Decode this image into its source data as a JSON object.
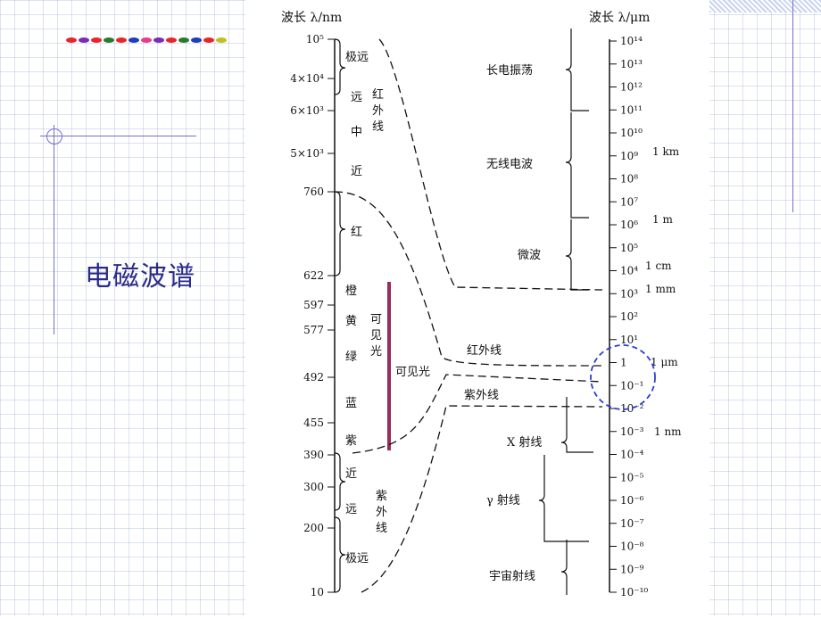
{
  "slide": {
    "title": "电磁波谱",
    "dot_colors": [
      "#e8262a",
      "#7a2bb8",
      "#e8262a",
      "#2b7a2b",
      "#e8262a",
      "#1f3fb8",
      "#e83a8f",
      "#7a2bb8",
      "#e8262a",
      "#2b7a2b",
      "#1f3fb8",
      "#e8262a",
      "#c0c020"
    ]
  },
  "diagram": {
    "left_header": "波长 λ/nm",
    "right_header": "波长 λ/μm",
    "left_ticks": [
      "10⁵",
      "4×10⁴",
      "6×10³",
      "5×10³",
      "760",
      "622",
      "597",
      "577",
      "492",
      "455",
      "390",
      "300",
      "200",
      "10"
    ],
    "left_bands": [
      "极远",
      "远",
      "中",
      "近",
      "红",
      "橙",
      "黄",
      "绿",
      "蓝",
      "紫",
      "近",
      "远",
      "极远"
    ],
    "left_groups": [
      "红外线",
      "可见光",
      "紫外线"
    ],
    "right_ticks": [
      "10¹⁴",
      "10¹³",
      "10¹²",
      "10¹¹",
      "10¹⁰",
      "10⁹",
      "10⁸",
      "10⁷",
      "10⁶",
      "10⁵",
      "10⁴",
      "10³",
      "10²",
      "10¹",
      "1",
      "10⁻¹",
      "10⁻²",
      "10⁻³",
      "10⁻⁴",
      "10⁻⁵",
      "10⁻⁶",
      "10⁻⁷",
      "10⁻⁸",
      "10⁻⁹",
      "10⁻¹⁰"
    ],
    "unit_marks": [
      "1 km",
      "1 m",
      "1 cm",
      "1 mm",
      "1 μm",
      "1 nm"
    ],
    "right_groups": [
      "长电振荡",
      "无线电波",
      "微波",
      "X 射线",
      "γ 射线",
      "宇宙射线"
    ],
    "middle_labels": [
      "红外线",
      "可见光",
      "紫外线"
    ]
  }
}
